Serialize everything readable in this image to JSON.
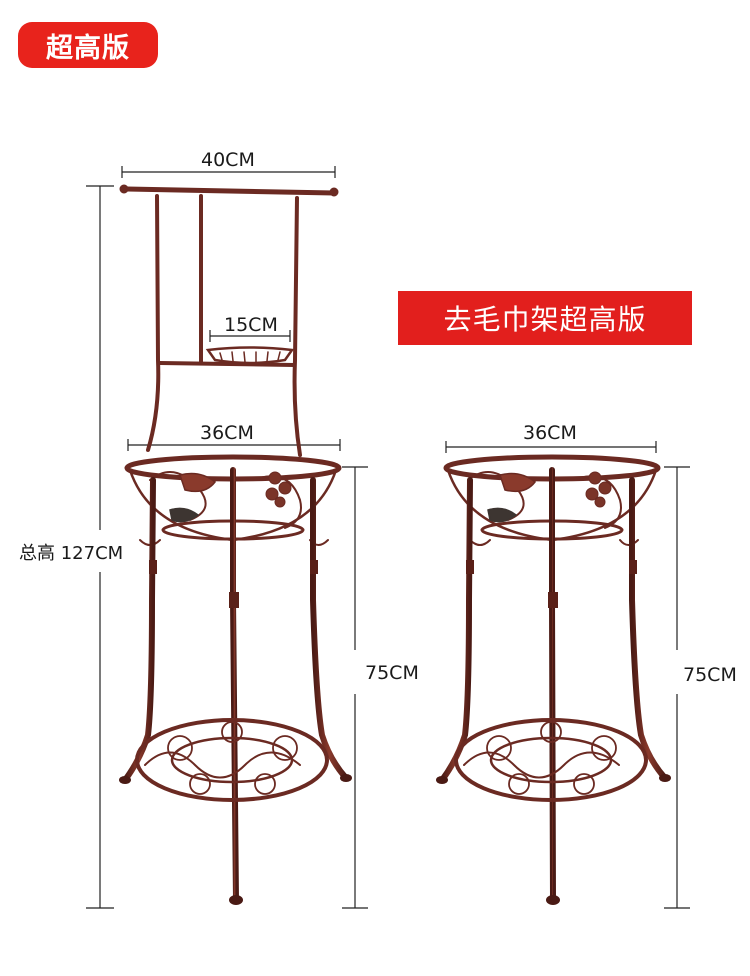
{
  "badges": {
    "top": "超高版",
    "middle": "去毛巾架超高版"
  },
  "dimensions": {
    "left_top_width": "40CM",
    "soap_dish_width": "15CM",
    "left_basin_width": "36CM",
    "total_height": "总高 127CM",
    "left_stand_height": "75CM",
    "right_basin_width": "36CM",
    "right_stand_height": "75CM"
  },
  "colors": {
    "accent_red": "#e8231c",
    "metal_brown": "#6b2a22",
    "dimension_line": "#222222"
  }
}
